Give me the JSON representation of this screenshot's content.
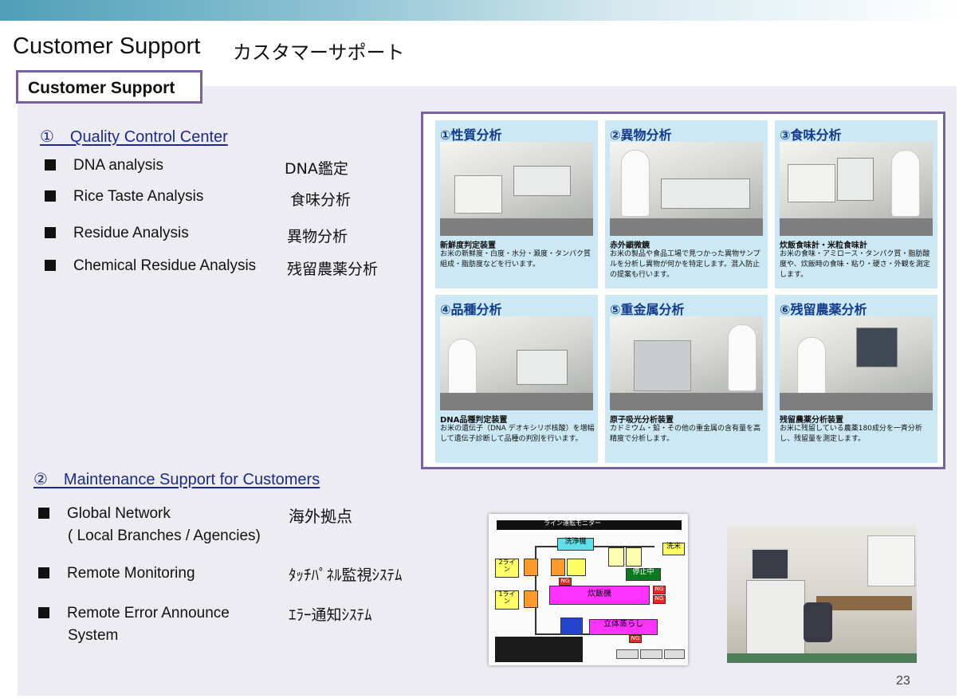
{
  "slide": {
    "title_en": "Customer Support",
    "title_jp": "カスタマーサポート",
    "section_label": "Customer Support",
    "page_number": "23"
  },
  "quality": {
    "heading": "①　Quality Control Center",
    "items": [
      {
        "en": "DNA analysis",
        "jp": "DNA鑑定"
      },
      {
        "en": "Rice Taste Analysis",
        "jp": "食味分析"
      },
      {
        "en": "Residue Analysis",
        "jp": "異物分析"
      },
      {
        "en": "Chemical Residue Analysis",
        "jp": "残留農薬分析"
      }
    ]
  },
  "maintenance": {
    "heading": "②　Maintenance Support for Customers",
    "items": [
      {
        "en": "Global Network",
        "en2": "( Local Branches / Agencies)",
        "jp": "海外拠点"
      },
      {
        "en": "Remote Monitoring",
        "jp": "ﾀｯﾁﾊﾟﾈﾙ監視ｼｽﾃﾑ"
      },
      {
        "en": "Remote Error Announce",
        "en2": "System",
        "jp": "ｴﾗｰ通知ｼｽﾃﾑ"
      }
    ]
  },
  "analysis_grid": [
    {
      "title": "①性質分析",
      "device": "新鮮度判定装置",
      "desc": "お米の新鮮度・白度・水分・澱度・タンパク質組成・脂肪度などを行います。"
    },
    {
      "title": "②異物分析",
      "device": "赤外顕微鏡",
      "desc": "お米の製品や食品工場で見つかった異物サンプルを分析し異物が何かを特定します。混入防止の提案も行います。"
    },
    {
      "title": "③食味分析",
      "device": "炊飯食味計・米粒食味計",
      "desc": "お米の食味・アミロース・タンパク質・脂肪酸度や、炊飯時の食味・粘り・硬さ・外観を測定します。"
    },
    {
      "title": "④品種分析",
      "device": "DNA品種判定装置",
      "desc": "お米の遺伝子（DNA デオキシリボ核酸）を増幅して遺伝子診断して品種の判別を行います。"
    },
    {
      "title": "⑤重金属分析",
      "device": "原子吸光分析装置",
      "desc": "カドミウム・鉛・その他の重金属の含有量を高精度で分析します。"
    },
    {
      "title": "⑥残留農薬分析",
      "device": "残留農薬分析装置",
      "desc": "お米に残留している農薬180成分を一斉分析し、残留量を測定します。"
    }
  ],
  "monitor_panel": {
    "header": "ライン運転モニター",
    "wash": "洗浄機",
    "cooker": "炊飯機",
    "stop": "停止中",
    "cooling": "立体蒸らし",
    "rinse": "洗米",
    "line2": "2ライン",
    "line1": "1ライン",
    "ng": "NG"
  }
}
